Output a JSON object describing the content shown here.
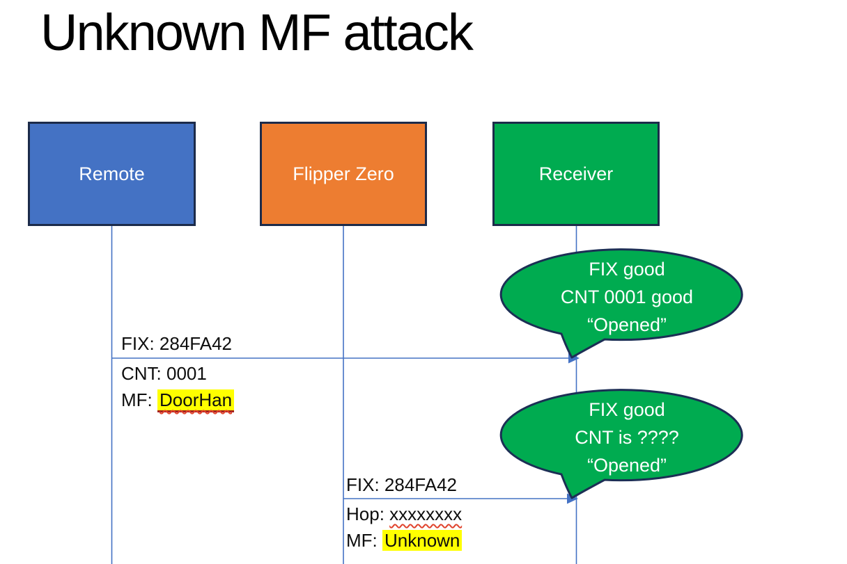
{
  "title": "Unknown MF attack",
  "actors": [
    {
      "label": "Remote"
    },
    {
      "label": "Flipper Zero"
    },
    {
      "label": "Receiver"
    }
  ],
  "messages": [
    {
      "above": "FIX: 284FA42",
      "line2": "CNT: 0001",
      "line3_prefix": "MF: ",
      "line3_value": "DoorHan"
    },
    {
      "above": "FIX: 284FA42",
      "line2_prefix": "Hop: ",
      "line2_value": "xxxxxxxx",
      "line3_prefix": "MF: ",
      "line3_value": "Unknown"
    }
  ],
  "bubbles": [
    {
      "line1": "FIX good",
      "line2": "CNT 0001 good",
      "line3": "“Opened”"
    },
    {
      "line1": "FIX good",
      "line2": "CNT is ????",
      "line3": "“Opened”"
    }
  ],
  "colors": {
    "remote_fill": "#4472C4",
    "flipper_fill": "#ED7D31",
    "receiver_fill": "#00AB50",
    "bubble_fill": "#00AB50",
    "outline_navy": "#1C2B4A",
    "connector_blue": "#4472C4",
    "highlight_yellow": "#FFFF00",
    "spellcheck_red": "#E0432C"
  }
}
